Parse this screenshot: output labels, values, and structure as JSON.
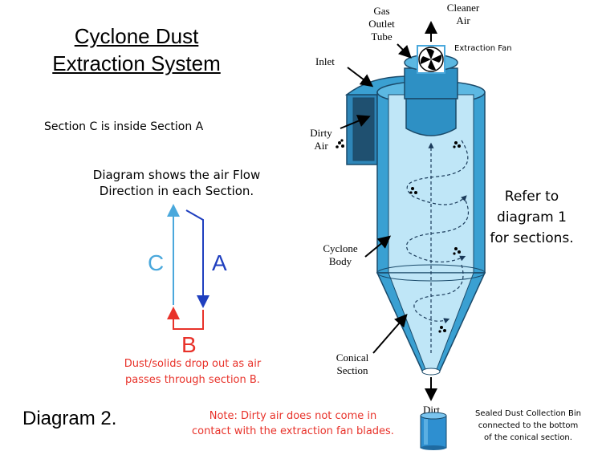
{
  "title": {
    "line1": "Cyclone Dust",
    "line2": "Extraction System"
  },
  "section_note": "Section C is inside Section A",
  "flow_note": {
    "line1": "Diagram shows the air Flow",
    "line2": "Direction in each Section."
  },
  "flow_labels": {
    "c": "C",
    "a": "A",
    "b": "B"
  },
  "dust_note": {
    "line1": "Dust/solids drop out as air",
    "line2": "passes through section B."
  },
  "diagram_label": "Diagram 2.",
  "note": {
    "line1": "Note: Dirty air does not come in",
    "line2": "contact with the extraction fan blades."
  },
  "refer": {
    "line1": "Refer to",
    "line2": "diagram 1",
    "line3": "for sections."
  },
  "labels": {
    "gas_outlet": [
      "Gas",
      "Outlet",
      "Tube"
    ],
    "cleaner_air": [
      "Cleaner",
      "Air"
    ],
    "extraction_fan": "Extraction Fan",
    "inlet": "Inlet",
    "dirty_air": [
      "Dirty",
      "Air"
    ],
    "cyclone_body": [
      "Cyclone",
      "Body"
    ],
    "conical_section": [
      "Conical",
      "Section"
    ],
    "dirt": "Dirt",
    "bin": [
      "Sealed Dust Collection Bin",
      "connected to the bottom",
      "of the conical section."
    ]
  },
  "section_letters": {
    "c": "C",
    "a": "A",
    "b": "B"
  },
  "colors": {
    "cyan": "#4aa8dc",
    "blue": "#1f3fbf",
    "red": "#e8322a",
    "body": "#3aa0d2",
    "dark": "#1a4a6a"
  }
}
